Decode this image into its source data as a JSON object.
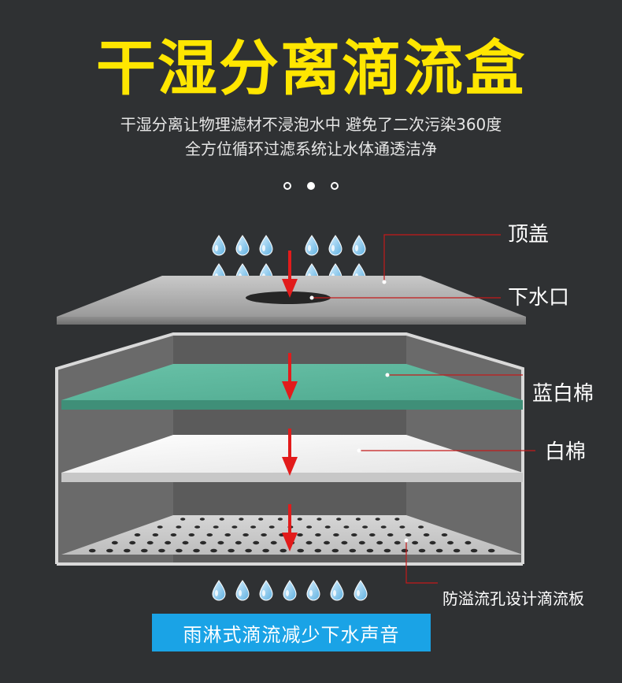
{
  "header": {
    "title": "干湿分离滴流盒",
    "subtitle_line1": "干湿分离让物理滤材不浸泡水中 避免了二次污染360度",
    "subtitle_line2": "全方位循环过滤系统让水体通透洁净"
  },
  "carousel": {
    "dot_count": 3,
    "active_index": 1
  },
  "labels": {
    "top_cover": "顶盖",
    "drain_hole": "下水口",
    "blue_white_cotton": "蓝白棉",
    "white_cotton": "白棉",
    "drip_plate": "防溢流孔设计滴流板"
  },
  "banner": {
    "text": "雨淋式滴流减少下水声音"
  },
  "colors": {
    "title": "#ffe600",
    "accent_red": "#e21b1b",
    "banner_bg": "#1aa3e6",
    "blue_cotton": "#5cb59c",
    "water_drop": "#8fd0f2"
  },
  "icons": [
    "water-drop-icon",
    "arrow-down-icon",
    "carousel-dot-icon"
  ]
}
